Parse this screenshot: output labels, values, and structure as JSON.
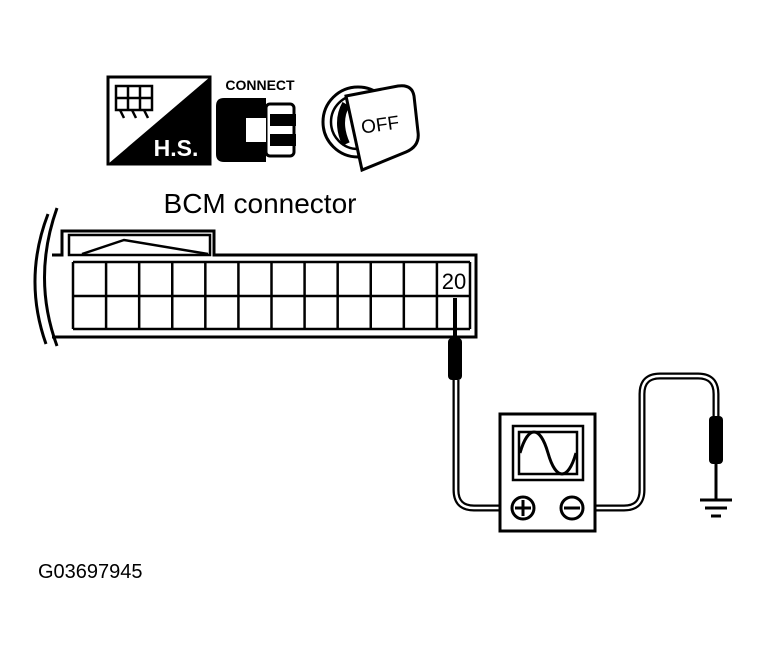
{
  "icons": {
    "hs_label": "H.S.",
    "connect_label": "CONNECT",
    "key_label": "OFF"
  },
  "connector": {
    "title": "BCM connector",
    "terminal_number": "20"
  },
  "figure_id": "G03697945"
}
